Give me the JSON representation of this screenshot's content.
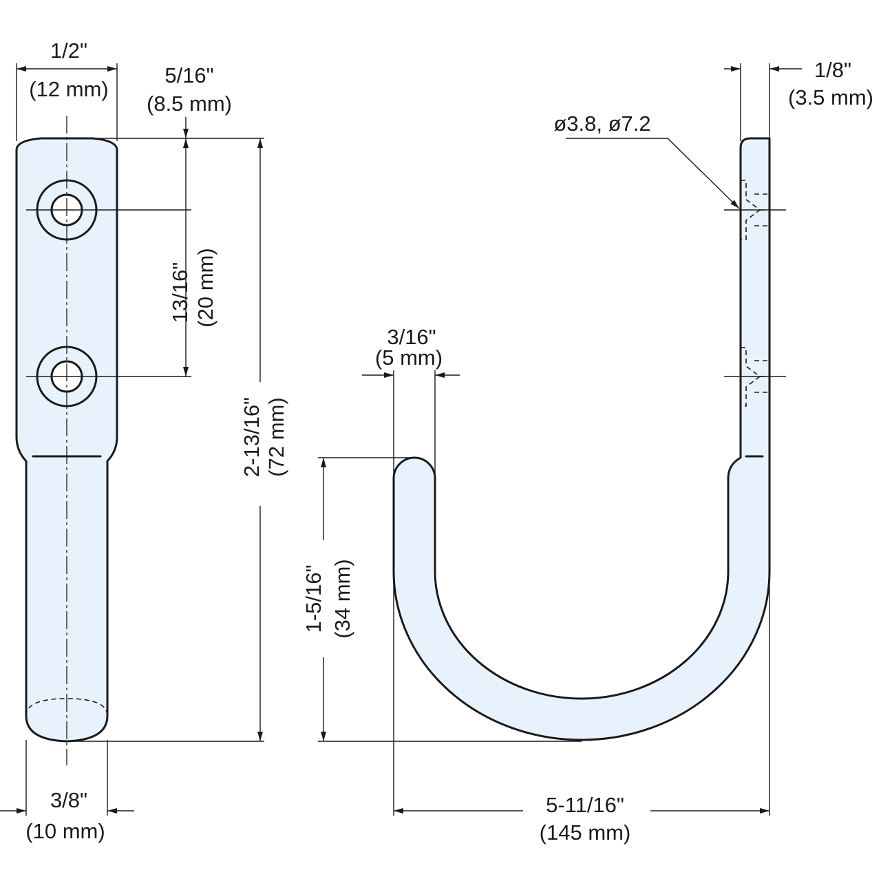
{
  "colors": {
    "part_fill": "#e8f2fc",
    "line": "#1a1a1a",
    "background": "#ffffff"
  },
  "dimensions": {
    "width_top_in": "1/2\"",
    "width_top_mm": "(12 mm)",
    "top_to_hole_in": "5/16\"",
    "top_to_hole_mm": "(8.5 mm)",
    "hole_pitch_in": "13/16\"",
    "hole_pitch_mm": "(20 mm)",
    "overall_height_in": "2-13/16\"",
    "overall_height_mm": "(72 mm)",
    "rod_width_in": "3/8\"",
    "rod_width_mm": "(10 mm)",
    "plate_thickness_in": "1/8\"",
    "plate_thickness_mm": "(3.5 mm)",
    "hole_diameters": "ø3.8, ø7.2",
    "tip_width_in": "3/16\"",
    "tip_width_mm": "(5 mm)",
    "hook_depth_in": "1-5/16\"",
    "hook_depth_mm": "(34 mm)",
    "projection_in": "5-11/16\"",
    "projection_mm": "(145 mm)"
  }
}
